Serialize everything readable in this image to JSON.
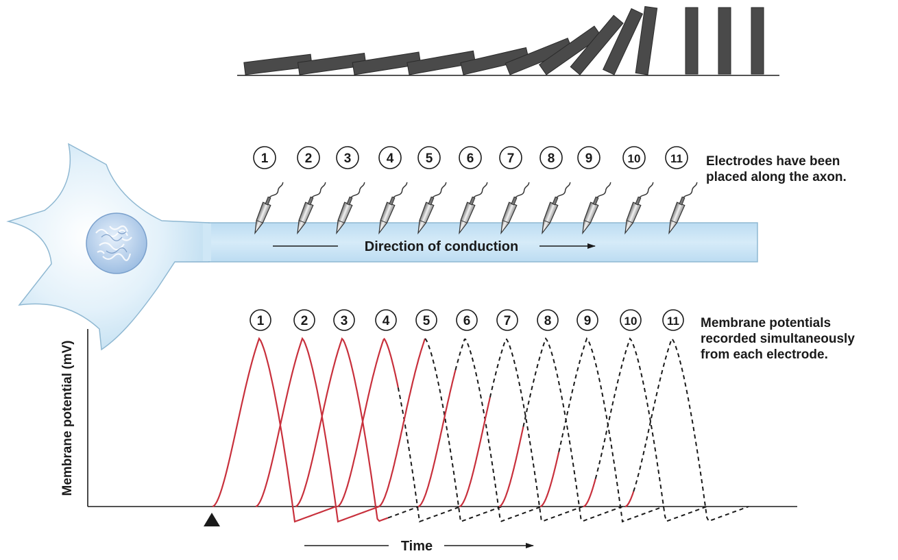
{
  "electrodes": [
    "1",
    "2",
    "3",
    "4",
    "5",
    "6",
    "7",
    "8",
    "9",
    "10",
    "11"
  ],
  "electrode_note": [
    "Electrodes have been",
    "placed along the axon."
  ],
  "conduction_label": "Direction of conduction",
  "potential_note": [
    "Membrane potentials",
    "recorded simultaneously",
    "from each electrode."
  ],
  "y_axis_label": "Membrane potential (mV)",
  "x_axis_label": "Time",
  "colors": {
    "recorded_trace": "#c8303c",
    "predicted_trace": "#1a1a1a",
    "axon_fill": "#c6e3f5",
    "axon_edge": "#8fb8d2",
    "nucleus": "#b4d0ec",
    "domino": "#4a4a4a"
  },
  "stimulus_marker_icon": "triangle-up-icon"
}
